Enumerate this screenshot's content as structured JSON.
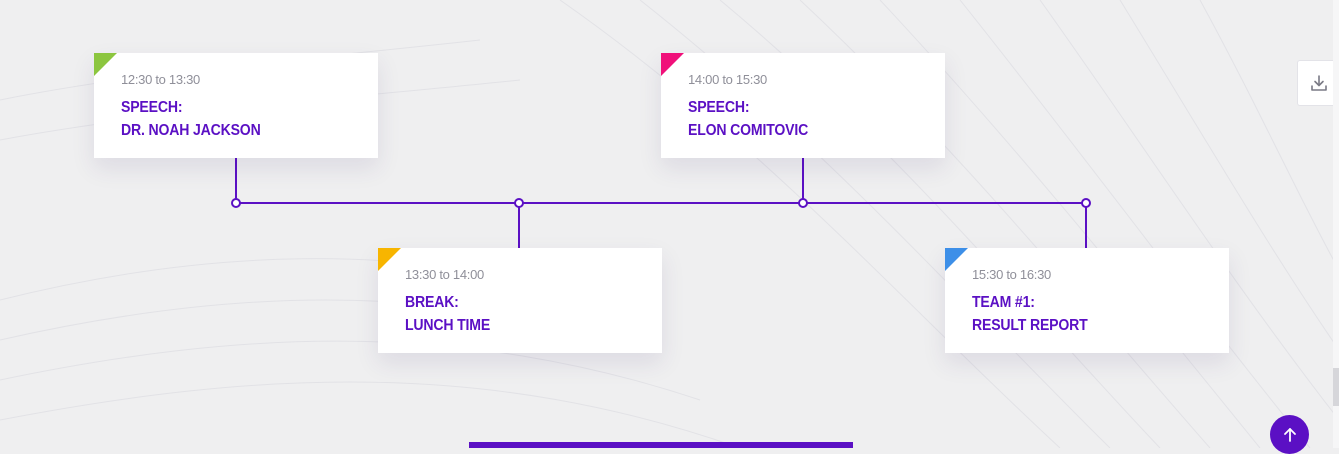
{
  "colors": {
    "accent": "#5b10c4",
    "card_bg": "#ffffff",
    "page_bg": "#efeff0",
    "time_text": "#8f8f99"
  },
  "schedule": [
    {
      "time": "12:30 to 13:30",
      "title_line1": "SPEECH:",
      "title_line2": "DR. NOAH JACKSON",
      "corner_color": "#8cc63f"
    },
    {
      "time": "13:30 to 14:00",
      "title_line1": "BREAK:",
      "title_line2": "LUNCH TIME",
      "corner_color": "#f7b500"
    },
    {
      "time": "14:00 to 15:30",
      "title_line1": "SPEECH:",
      "title_line2": "ELON COMITOVIC",
      "corner_color": "#f0107a"
    },
    {
      "time": "15:30 to 16:30",
      "title_line1": "TEAM #1:",
      "title_line2": "RESULT REPORT",
      "corner_color": "#3d8fe8"
    }
  ],
  "icons": {
    "side_button": "download-icon",
    "scroll_top": "arrow-up-icon"
  }
}
